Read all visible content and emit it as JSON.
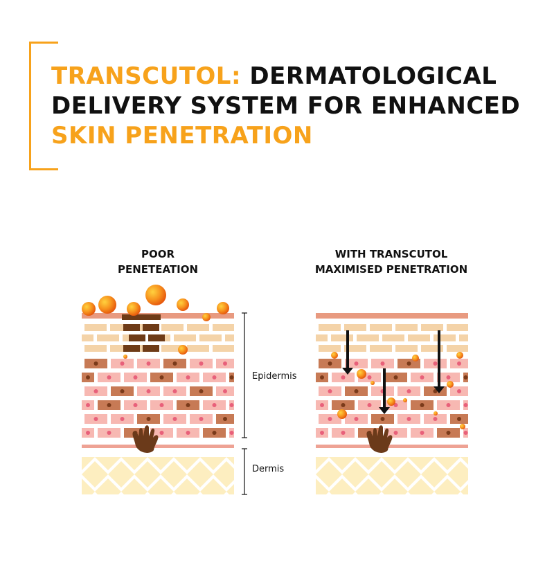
{
  "title": {
    "part1": "TRANSCUTOL:",
    "part2": " DERMATOLOGICAL",
    "line2": "DELIVERY SYSTEM FOR ENHANCED",
    "line3": "SKIN PENETRATION"
  },
  "left_panel": {
    "label_line1": "POOR",
    "label_line2": "PENETEATION"
  },
  "right_panel": {
    "label_line1": "WITH TRANSCUTOL",
    "label_line2": "MAXIMISED PENETRATION"
  },
  "layers": {
    "epidermis": "Epidermis",
    "dermis": "Dermis"
  },
  "colors": {
    "accent": "#f7a21b",
    "stratum_corneum": "#f4d3a8",
    "barrier": "#6e3b17",
    "cell_pink": "#f7b8b2",
    "cell_brown": "#c77a55",
    "dermis_diamond": "#fdeec0",
    "particle": "#f39c12",
    "hand": "#6b3a1a",
    "arrow": "#111111"
  },
  "icons": [
    "hand-icon",
    "arrow-down-icon",
    "particle-icon"
  ]
}
